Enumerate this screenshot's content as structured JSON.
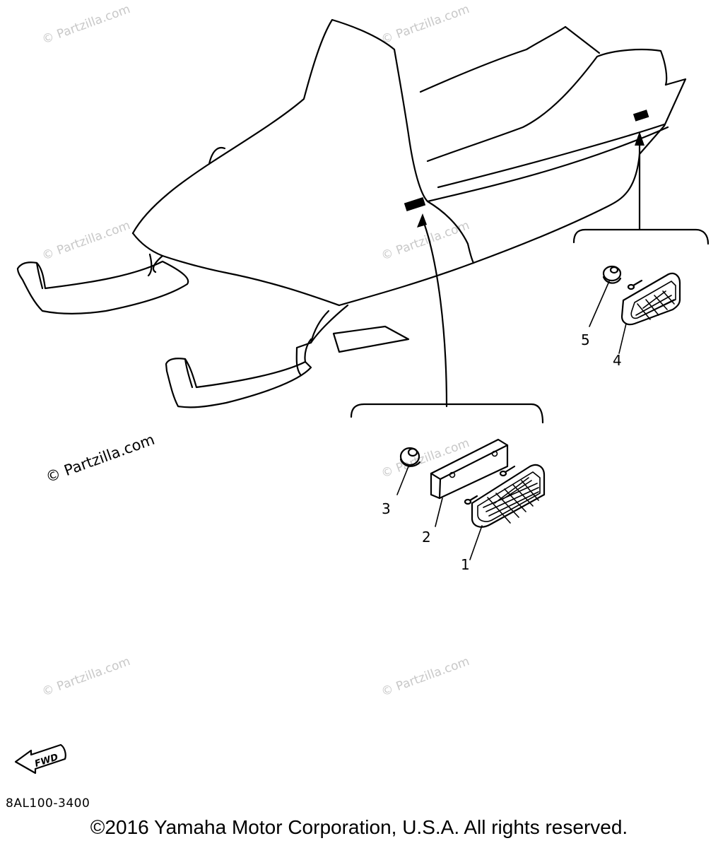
{
  "watermarks": [
    "© Partzilla.com",
    "© Partzilla.com",
    "© Partzilla.com",
    "© Partzilla.com",
    "© Partzilla.com",
    "© Partzilla.com",
    "© Partzilla.com"
  ],
  "watermark_main": "© Partzilla.com",
  "callouts": [
    "1",
    "2",
    "3",
    "4",
    "5"
  ],
  "fwd_label": "FWD",
  "diagram_code": "8AL100-3400",
  "copyright": "©2016 Yamaha Motor Corporation, U.S.A. All rights reserved."
}
